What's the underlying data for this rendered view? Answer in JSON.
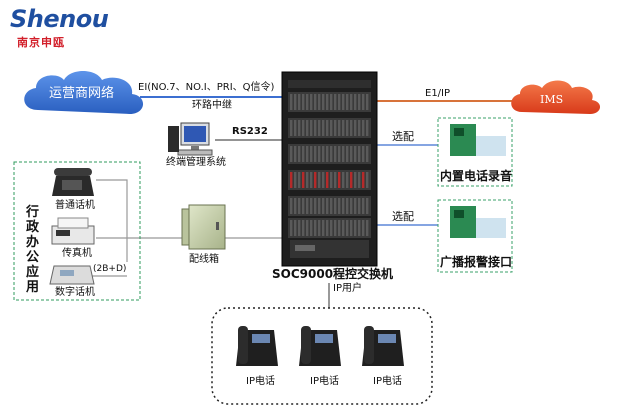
{
  "logo": {
    "brand_en": "Shenou",
    "brand_cn": "南京申瓯"
  },
  "nodes": {
    "carrier_cloud": "运营商网络",
    "ims_cloud": "IMS",
    "trunk_signaling": "EI(NO.7、NO.I、PRI、Q信令)",
    "ring_trunk": "环路中继",
    "rs232": "RS232",
    "terminal_mgmt": "终端管理系统",
    "e1_ip": "E1/IP",
    "option_1": "选配",
    "option_2": "选配",
    "recorder": "内置电话录音",
    "broadcast": "广播报警接口",
    "admin_office": "行政办公应用",
    "ordinary_phone": "普通话机",
    "fax": "传真机",
    "line_2bd": "(2B+D)",
    "digital_phone": "数字话机",
    "distribution_box": "配线箱",
    "switch_name": "SOC9000程控交换机",
    "ip_users": "IP用户",
    "ip_phone_1": "IP电话",
    "ip_phone_2": "IP电话",
    "ip_phone_3": "IP电话"
  },
  "colors": {
    "blue_line": "#3c6fd1",
    "orange_line": "#d8733a",
    "dark_line": "#555555",
    "cloud_blue": "#3270d4",
    "ims_orange": "#e8542a",
    "logo_blue": "#1f4fa0",
    "logo_red": "#d21f2a"
  },
  "icons": [
    "rack-cabinet-icon",
    "computer-icon",
    "ordinary-phone-icon",
    "fax-machine-icon",
    "digital-phone-icon",
    "distribution-box-icon",
    "ip-phone-icon",
    "pci-card-icon"
  ]
}
